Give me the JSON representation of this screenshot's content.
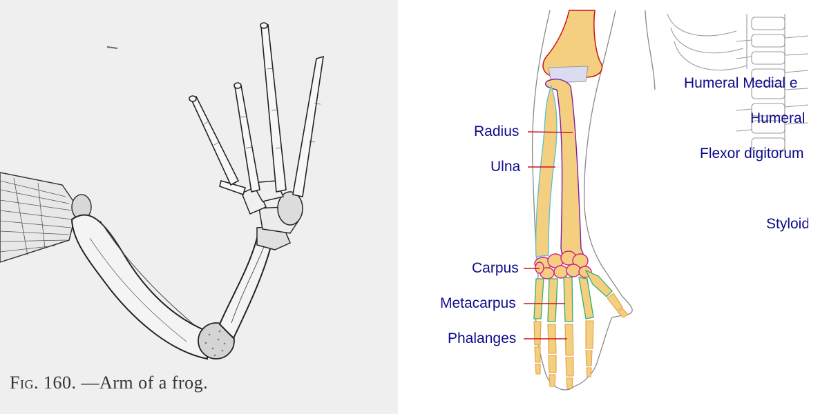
{
  "left_figure": {
    "caption_prefix": "Fig.",
    "caption_rest": "160. —Arm of a frog."
  },
  "right_figure": {
    "labels_left": {
      "radius": "Radius",
      "ulna": "Ulna",
      "carpus": "Carpus",
      "metacarpus": "Metacarpus",
      "phalanges": "Phalanges"
    },
    "labels_right_cropped": {
      "humeral_medial": "Humeral Medial e",
      "humeral": "Humeral",
      "flexor": "Flexor digitorum",
      "styloid": "Styloid"
    },
    "colors": {
      "bone_fill": "#f5cf80",
      "label_text": "#0b0b8a",
      "leader_line": "#d0101a",
      "humerus_outline": "#cc1010",
      "radius_outline": "#7a1fa0",
      "ulna_outline": "#5fc0d0",
      "carpus_outline": "#d0208a",
      "hand_outline": "#2fb070",
      "skin_outline": "#888888"
    }
  }
}
